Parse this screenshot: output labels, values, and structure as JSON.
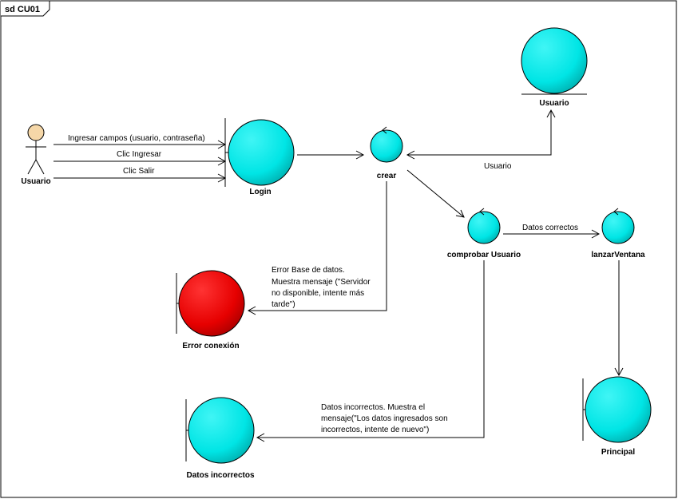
{
  "frame": {
    "title": "sd CU01"
  },
  "colors": {
    "object_fill": "#00E5E5",
    "object_shade": "#00B4B4",
    "error_fill": "#E60000",
    "error_shade": "#B30000",
    "actor_fill": "#F5D7A8",
    "line": "#000000"
  },
  "actor": {
    "name": "Usuario",
    "icon": "actor-stick-figure-icon"
  },
  "nodes": {
    "login": {
      "name": "Login",
      "kind": "boundary"
    },
    "crear": {
      "name": "crear",
      "kind": "control"
    },
    "usuario_entity": {
      "name": "Usuario",
      "kind": "entity"
    },
    "comprobar": {
      "name": "comprobar Usuario",
      "kind": "control"
    },
    "lanzar": {
      "name": "lanzarVentana",
      "kind": "control"
    },
    "error": {
      "name": "Error conexión",
      "kind": "boundary"
    },
    "datos_incorrectos": {
      "name": "Datos incorrectos",
      "kind": "boundary"
    },
    "principal": {
      "name": "Principal",
      "kind": "boundary"
    }
  },
  "messages": {
    "m1": "Ingresar campos (usuario, contraseña)",
    "m2": "Clic Ingresar",
    "m3": "Clic Salir",
    "m4": "Usuario",
    "m5": "Datos correctos",
    "m6": [
      "Error Base de datos.",
      "Muestra mensaje (\"Servidor",
      "no disponible, intente más",
      "tarde\")"
    ],
    "m7": [
      "Datos incorrectos. Muestra el",
      "mensaje(\"Los datos ingresados son",
      "incorrectos, intente de nuevo\")"
    ]
  }
}
